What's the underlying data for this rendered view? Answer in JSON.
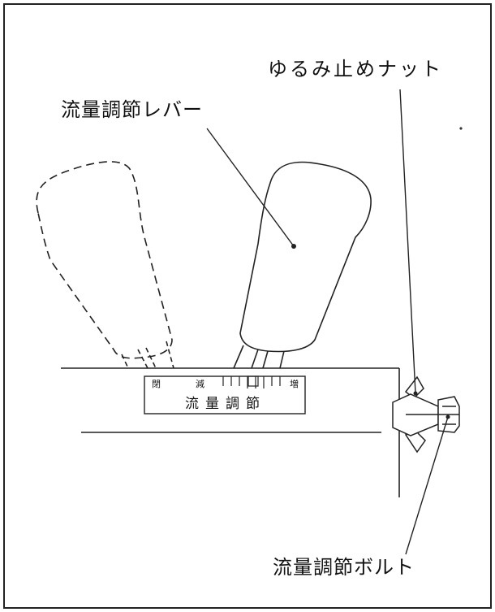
{
  "labels": {
    "loosening_nut": "ゆるみ止めナット",
    "flow_lever": "流量調節レバー",
    "flow_bolt": "流量調節ボルト"
  },
  "scale": {
    "close": "閉",
    "decrease": "減",
    "increase": "増",
    "plate_title": "流量調節"
  }
}
